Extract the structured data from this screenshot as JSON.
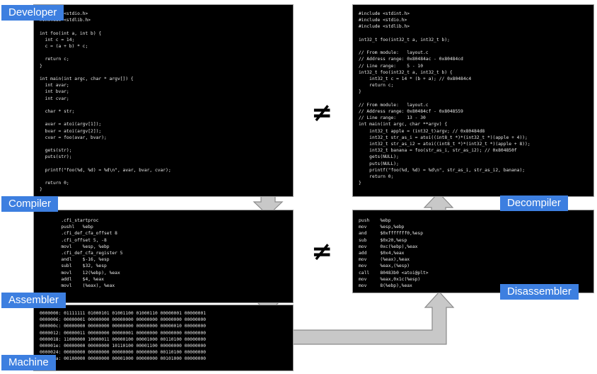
{
  "labels": {
    "developer": "Developer",
    "compiler": "Compiler",
    "assembler": "Assembler",
    "machine": "Machine",
    "decompiler": "Decompiler",
    "disassembler": "Disassembler"
  },
  "symbols": {
    "not_equal_top": "≠",
    "not_equal_bottom": "≠"
  },
  "source_code": "#include <stdio.h>\n#include <stdlib.h>\n\nint foo(int a, int b) {\n  int c = 14;\n  c = (a + b) * c;\n\n  return c;\n}\n\nint main(int argc, char * argv[]) {\n  int avar;\n  int bvar;\n  int cvar;\n\n  char * str;\n\n  avar = atoi(argv[1]);\n  bvar = atoi(argv[2]);\n  cvar = foo(avar, bvar);\n\n  gets(str);\n  puts(str);\n\n  printf(\"foo(%d, %d) = %d\\n\", avar, bvar, cvar);\n\n  return 0;\n}",
  "assembly_code": "        .cfi_startproc\n        pushl   %ebp\n        .cfi_def_cfa_offset 8\n        .cfi_offset 5, -8\n        movl    %esp, %ebp\n        .cfi_def_cfa_register 5\n        andl    $-16, %esp\n        subl    $32, %esp\n        movl    12(%ebp), %eax\n        addl    $4, %eax\n        movl    (%eax), %eax",
  "machine_code": "0000000: 01111111 01000101 01001100 01000110 00000001 00000001\n0000006: 00000001 00000000 00000000 00000000 00000000 00000000\n000000c: 00000000 00000000 00000000 00000000 00000010 00000000\n0000012: 00000011 00000000 00000001 00000000 00000000 00000000\n0000018: 11000000 10000011 00000100 00001000 00110100 00000000\n000001e: 00000000 00000000 10110100 00001100 00000000 00000000\n0000024: 00000000 00000000 00000000 00000000 00110100 00000000\n000002a: 00100000 00000000 00001000 00000000 00101000 00000000",
  "decompiled_code": "#include <stdint.h>\n#include <stdio.h>\n#include <stdlib.h>\n\nint32_t foo(int32_t a, int32_t b);\n\n// From module:   layout.c\n// Address range: 0x80484ac - 0x80484cd\n// Line range:    5 - 10\nint32_t foo(int32_t a, int32_t b) {\n    int32_t c = 14 * (b + a); // 0x80484c4\n    return c;\n}\n\n// From module:   layout.c\n// Address range: 0x80484cf - 0x8048559\n// Line range:    13 - 30\nint main(int argc, char **argv) {\n    int32_t apple = (int32_t)argv; // 0x80484d8\n    int32_t str_as_i = atoi((int8_t *)*(int32_t *)(apple + 4));\n    int32_t str_as_i2 = atoi((int8_t *)*(int32_t *)(apple + 8));\n    int32_t banana = foo(str_as_i, str_as_i2); // 0x804850f\n    gets(NULL);\n    puts(NULL);\n    printf(\"foo(%d, %d) = %d\\n\", str_as_i, str_as_i2, banana);\n    return 0;\n}",
  "disassembled_code": "push    %ebp\nmov     %esp,%ebp\nand     $0xfffffff0,%esp\nsub     $0x20,%esp\nmov     0xc(%ebp),%eax\nadd     $0x4,%eax\nmov     (%eax),%eax\nmov     %eax,(%esp)\ncall    80483b0 <atoi@plt>\nmov     %eax,0x1c(%esp)\nmov     8(%ebp),%eax",
  "colors": {
    "label_bg": "#3d7fe0",
    "panel_bg": "#000000",
    "arrow_fill": "#c8c8c8",
    "arrow_stroke": "#8a8a8a"
  }
}
